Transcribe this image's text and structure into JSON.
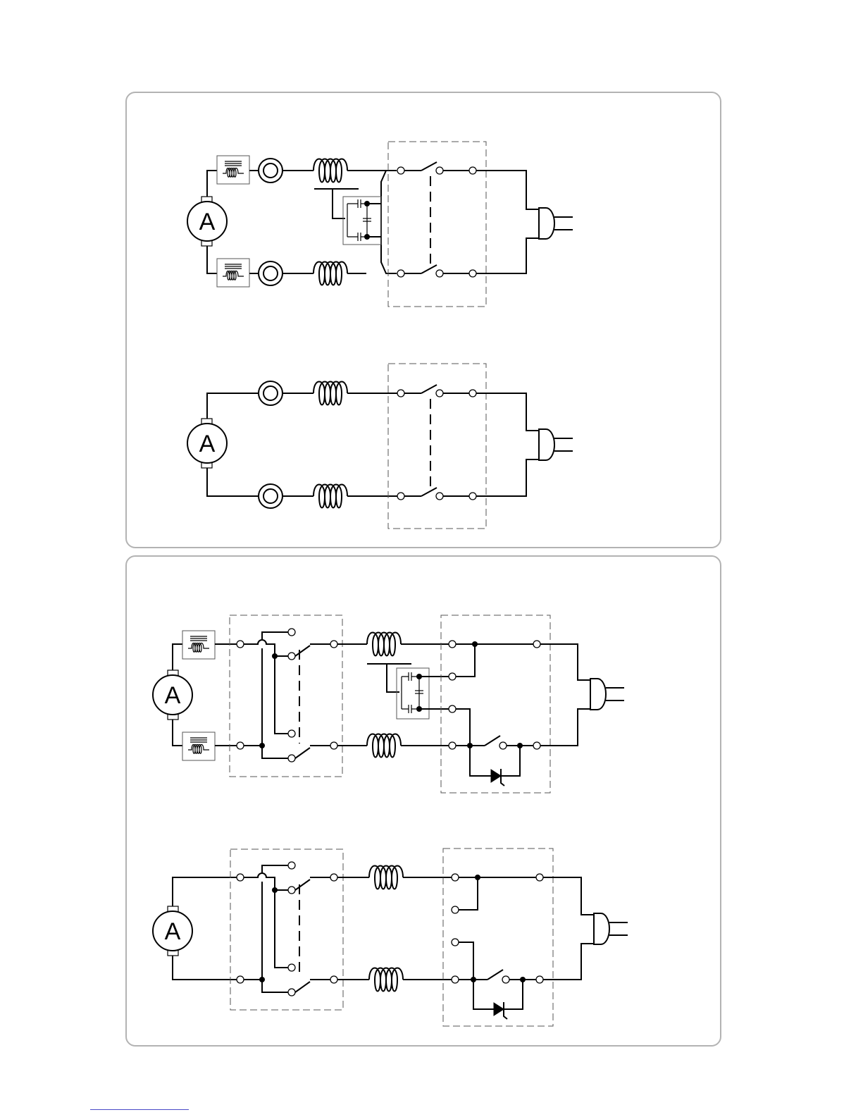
{
  "motor_symbol": "A",
  "diagrams": [
    {
      "id": "top-with-suppression",
      "has_suppression": true
    },
    {
      "id": "top-basic",
      "has_suppression": false
    },
    {
      "id": "bottom-with-suppression",
      "has_suppression": true
    },
    {
      "id": "bottom-basic",
      "has_suppression": false
    }
  ],
  "colors": {
    "wire": "#000000",
    "panel_border": "#b3b3b3",
    "footer_link": "#4a4ac8"
  }
}
